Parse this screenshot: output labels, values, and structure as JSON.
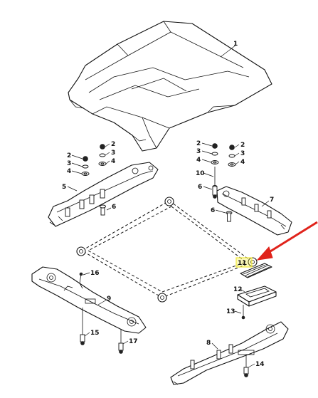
{
  "callouts": {
    "c1": "1",
    "c2a": "2",
    "c3a": "3",
    "c4a": "4",
    "c2b": "2",
    "c3b": "3",
    "c4b": "4",
    "c2c": "2",
    "c3c": "3",
    "c4c": "4",
    "c2d": "2",
    "c3d": "3",
    "c4d": "4",
    "c5": "5",
    "c6a": "6",
    "c6b": "6",
    "c6c": "6",
    "c7": "7",
    "c8": "8",
    "c9": "9",
    "c10": "10",
    "c11": "11",
    "c12": "12",
    "c13": "13",
    "c14": "14",
    "c15": "15",
    "c16": "16",
    "c17": "17"
  },
  "colors": {
    "line": "#111111",
    "arrow": "#e0231b",
    "highlight": "#f2ea3c",
    "background": "#ffffff"
  },
  "icons": {
    "pointer": "red-arrow-icon"
  }
}
